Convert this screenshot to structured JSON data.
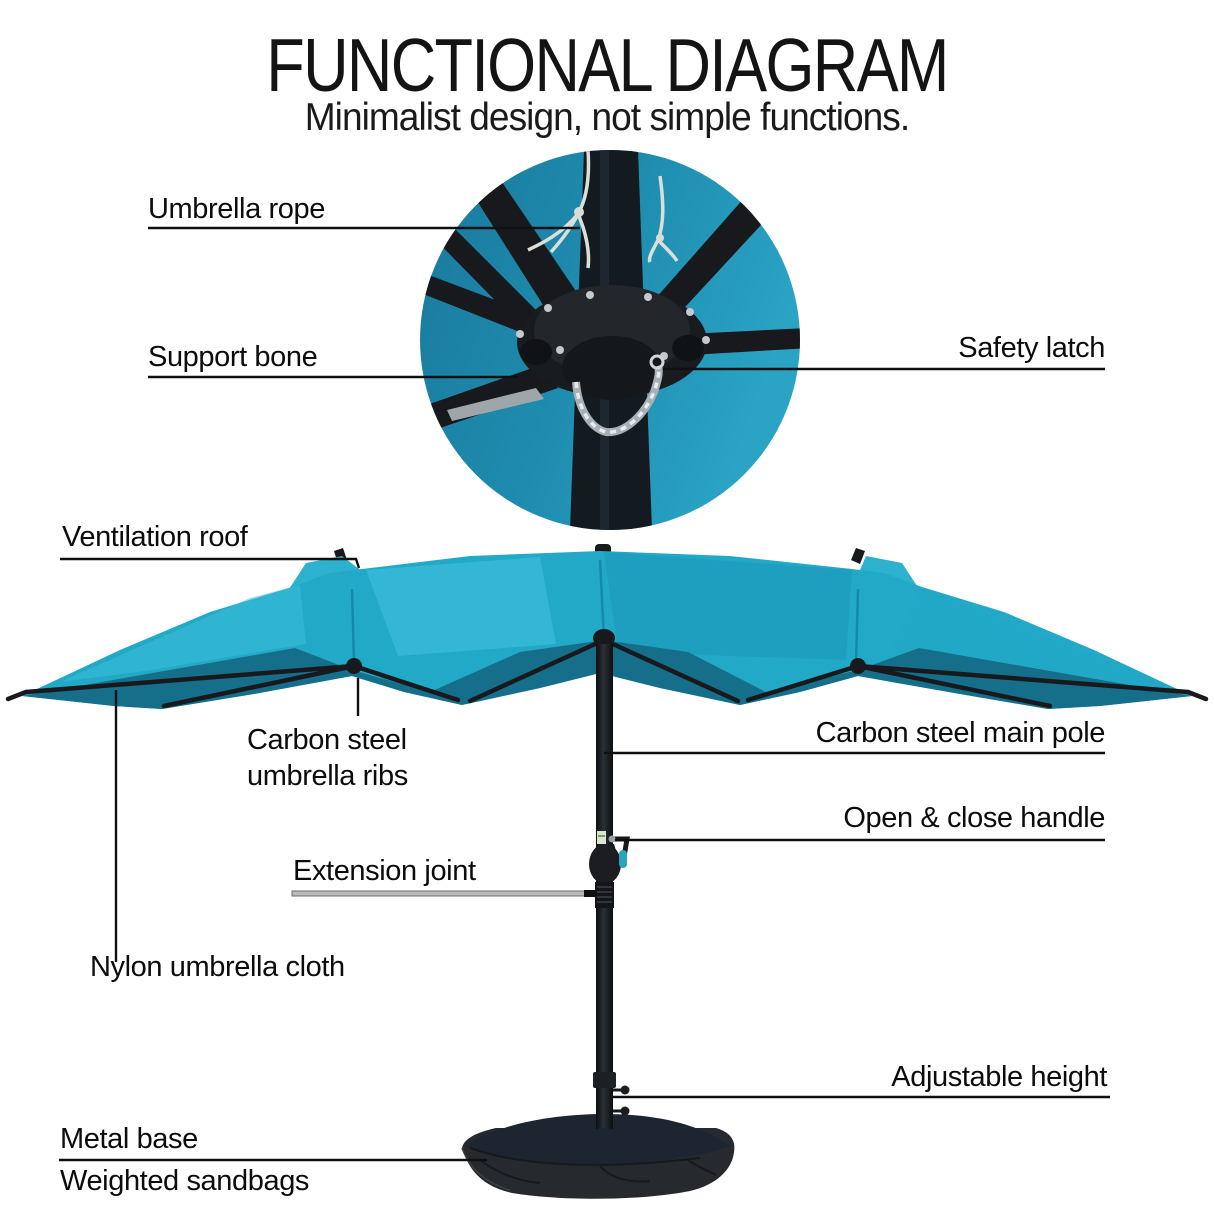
{
  "header": {
    "title": "FUNCTIONAL DIAGRAM",
    "subtitle": "Minimalist design, not simple functions."
  },
  "callouts": {
    "umbrella_rope": "Umbrella rope",
    "support_bone": "Support bone",
    "safety_latch": "Safety latch",
    "ventilation_roof": "Ventilation roof",
    "carbon_ribs_line1": "Carbon steel",
    "carbon_ribs_line2": "umbrella ribs",
    "main_pole": "Carbon steel main pole",
    "open_close_handle": "Open & close handle",
    "extension_joint": "Extension joint",
    "nylon_cloth": "Nylon umbrella cloth",
    "adjustable_height": "Adjustable height",
    "metal_base": "Metal base",
    "weighted_sandbags": "Weighted sandbags"
  },
  "colors": {
    "canopy": "#23a9c8",
    "canopy_shade": "#156f8a",
    "inset_sky": "#1b84a8",
    "frame": "#17191c",
    "chain": "#c9ced3",
    "ink": "#101010"
  }
}
